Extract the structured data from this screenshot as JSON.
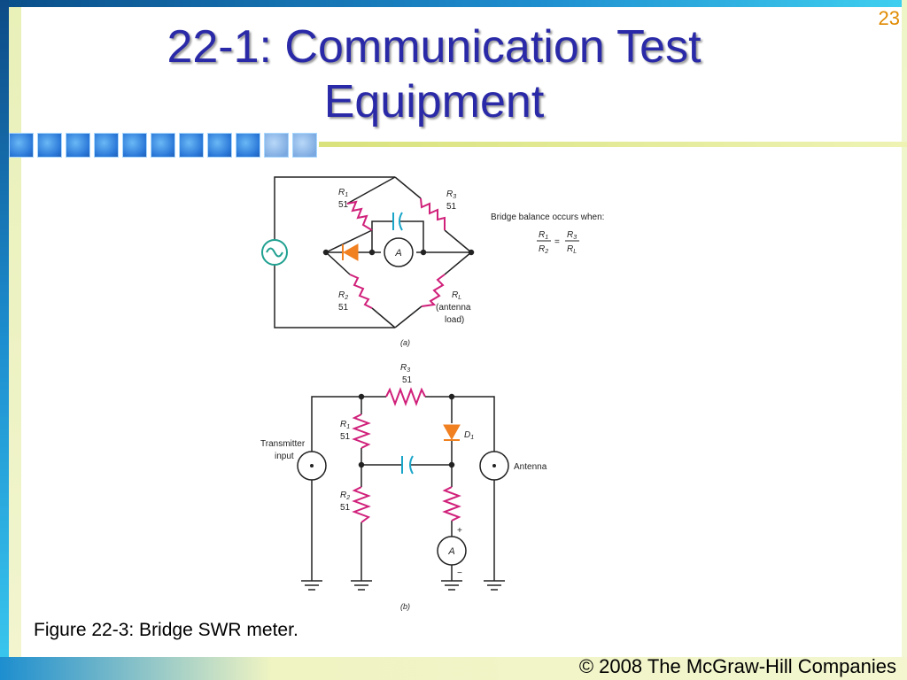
{
  "slide": {
    "number": "23",
    "title_line1": "22-1: Communication Test",
    "title_line2": "Equipment",
    "caption": "Figure 22-3: Bridge SWR meter.",
    "copyright": "© 2008 The McGraw-Hill Companies"
  },
  "diagram_a": {
    "r1_name": "R",
    "r1_sub": "1",
    "r1_value": "51",
    "r2_name": "R",
    "r2_sub": "2",
    "r2_value": "51",
    "r3_name": "R",
    "r3_sub": "3",
    "r3_value": "51",
    "rl_name": "R",
    "rl_sub": "L",
    "rl_note_line1": "(antenna",
    "rl_note_line2": "load)",
    "meter_label": "A",
    "balance_text": "Bridge balance occurs when:",
    "eq_num_left": "R",
    "eq_num_left_sub": "1",
    "eq_den_left": "R",
    "eq_den_left_sub": "2",
    "eq_equals": "=",
    "eq_num_right": "R",
    "eq_num_right_sub": "3",
    "eq_den_right": "R",
    "eq_den_right_sub": "L",
    "part_label": "(a)"
  },
  "diagram_b": {
    "r3_name": "R",
    "r3_sub": "3",
    "r3_value": "51",
    "r1_name": "R",
    "r1_sub": "1",
    "r1_value": "51",
    "r2_name": "R",
    "r2_sub": "2",
    "r2_value": "51",
    "d1_name": "D",
    "d1_sub": "1",
    "transmitter_line1": "Transmitter",
    "transmitter_line2": "input",
    "antenna_label": "Antenna",
    "meter_label": "A",
    "plus_sign": "+",
    "minus_sign": "−",
    "part_label": "(b)"
  },
  "colors": {
    "title": "#2a2aa8",
    "resistor": "#d0207a",
    "capacitor": "#1aa5c8",
    "diode": "#f08020",
    "source": "#20a090",
    "wire": "#222222"
  }
}
